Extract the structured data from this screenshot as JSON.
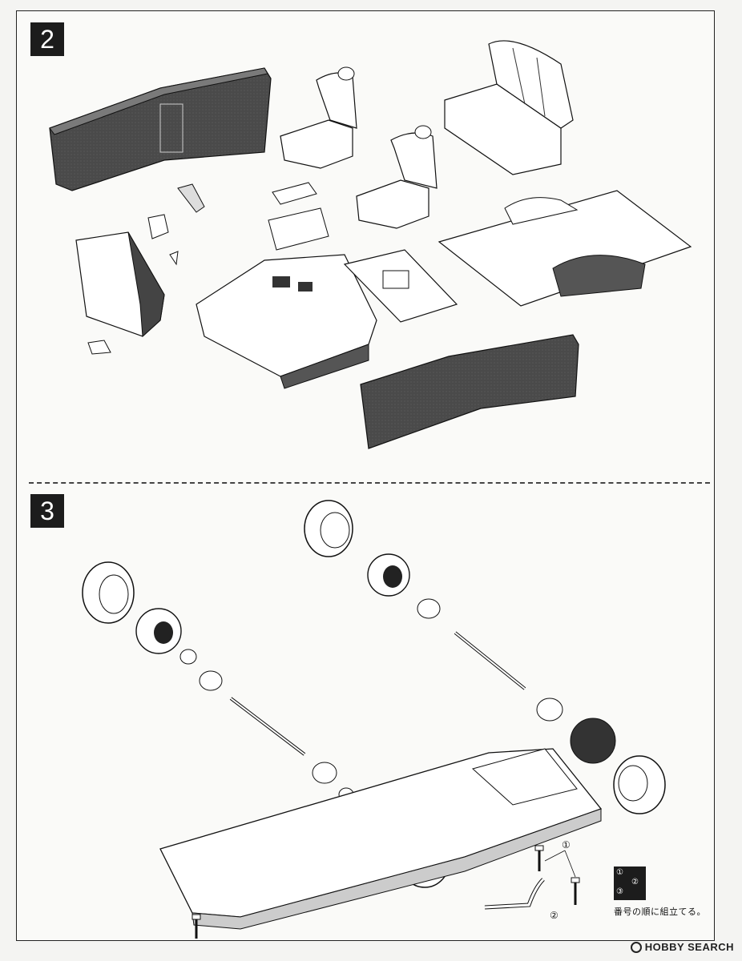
{
  "steps": [
    {
      "number": "2"
    },
    {
      "number": "3"
    }
  ],
  "callouts": {
    "screw_ref": "①",
    "rod_ref": "②"
  },
  "legend": {
    "n1": "①",
    "n2": "②",
    "n3": "③",
    "text": "番号の順に組立てる。"
  },
  "watermark": {
    "text": "HOBBY SEARCH"
  }
}
